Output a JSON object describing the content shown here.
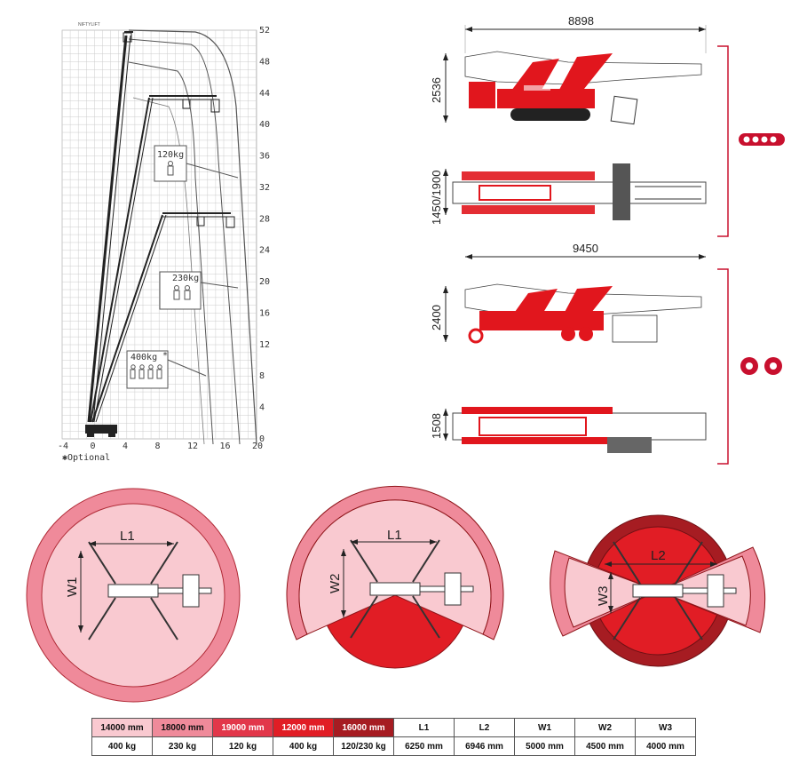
{
  "diagram": {
    "y_ticks": [
      "52",
      "48",
      "44",
      "40",
      "36",
      "32",
      "28",
      "24",
      "20",
      "16",
      "12",
      "8",
      "4",
      "0"
    ],
    "x_ticks": [
      "-4",
      "0",
      "4",
      "8",
      "12",
      "16",
      "20"
    ],
    "logo_text": "NIFTYLIFT",
    "optional_note": "✱Optional",
    "capacity_labels": [
      "120kg",
      "230kg",
      "400kg"
    ],
    "optional_marker": "*"
  },
  "machine": {
    "tracked": {
      "length": "8898",
      "height": "2536",
      "width": "1450/1900"
    },
    "wheeled": {
      "length": "9450",
      "height": "2400",
      "width": "1508"
    }
  },
  "footprint": {
    "labels": {
      "l1": "L1",
      "l2": "L2",
      "w1": "W1",
      "w2": "W2",
      "w3": "W3"
    }
  },
  "legend": {
    "headers": [
      "14000 mm",
      "18000 mm",
      "19000 mm",
      "12000 mm",
      "16000 mm",
      "L1",
      "L2",
      "W1",
      "W2",
      "W3"
    ],
    "values": [
      "400 kg",
      "230 kg",
      "120 kg",
      "400 kg",
      "120/230 kg",
      "6250 mm",
      "6946 mm",
      "5000 mm",
      "4500 mm",
      "4000 mm"
    ]
  },
  "colors": {
    "zone_14000": "#f9c9d0",
    "zone_18000": "#ef8a9a",
    "zone_19000": "#e2374a",
    "zone_12000": "#e11d25",
    "zone_16000": "#a61c22",
    "machine_red": "#e1161d",
    "bracket": "#c8102e"
  }
}
